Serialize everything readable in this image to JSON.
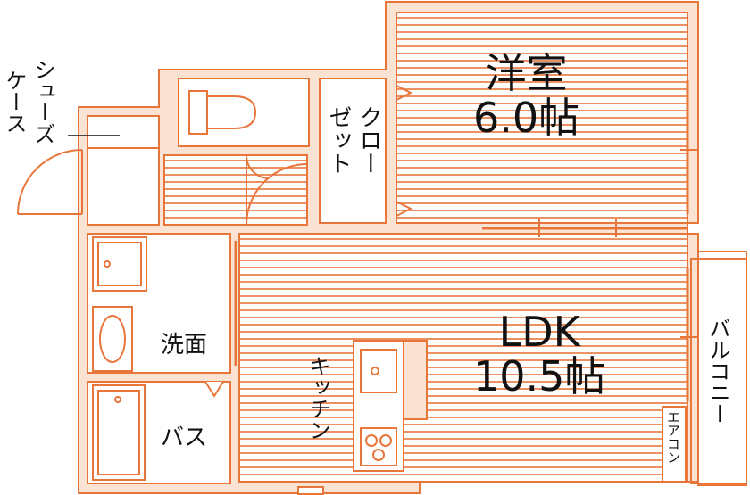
{
  "colors": {
    "line": "#e8763a",
    "fill": "#fbe3d3",
    "wall": "#ffffff",
    "text": "#111111"
  },
  "rooms": {
    "western": {
      "name": "洋室",
      "size": "6.0帖"
    },
    "ldk": {
      "name": "LDK",
      "size": "10.5帖"
    },
    "closet": {
      "line1": "クロー",
      "line2": "ゼット"
    },
    "shoe_case": {
      "line1": "シューズ",
      "line2": "ケース"
    },
    "washroom": "洗面",
    "bath": "バス",
    "kitchen": "キッチン",
    "balcony": "バルコニー",
    "aircon": "エアコン"
  }
}
